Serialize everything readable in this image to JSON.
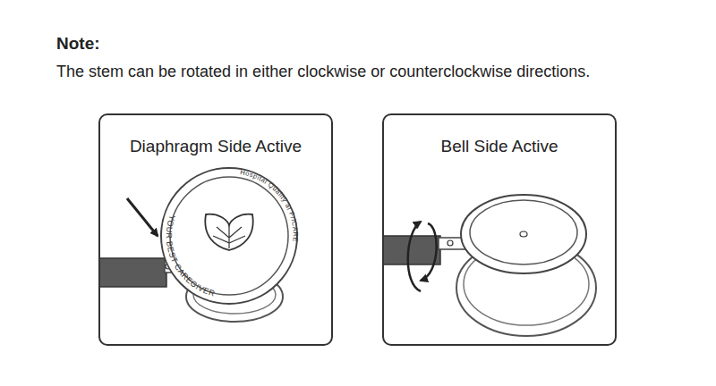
{
  "diagram": {
    "title": "Note:",
    "nodes": [
      {
        "text": [
          "Diaphragm Side Active"
        ]
      },
      {
        "text": [
          "Bell Side Active"
        ]
      }
    ],
    "labels": [
      "The stem can be rotated in either clockwise or counterclockwise directions.",
      "YOUR BEST CAREGIVER",
      "Hospital Quality at FriCARE"
    ]
  }
}
